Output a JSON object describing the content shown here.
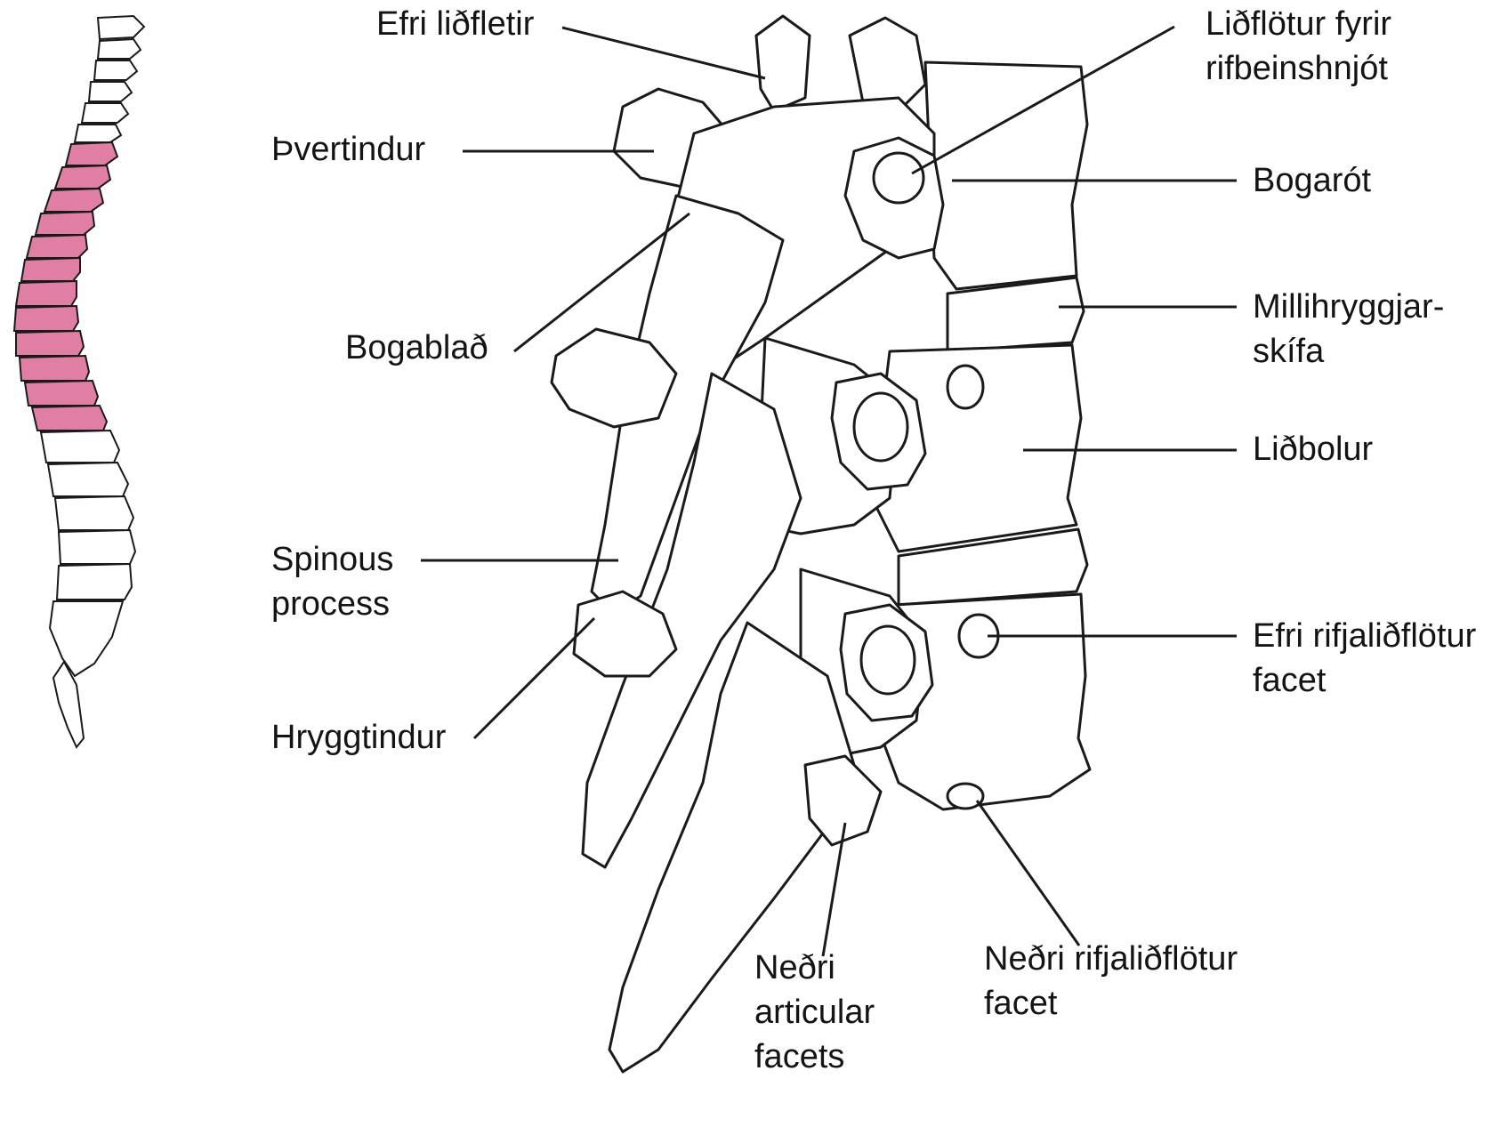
{
  "diagram": {
    "labels": {
      "efri_lidfletir": "Efri liðfletir",
      "thvertindur": "Þvertindur",
      "bogablad": "Bogablað",
      "spinous_line1": "Spinous",
      "spinous_line2": "process",
      "hryggtindur": "Hryggtindur",
      "lidflotur_line1": "Liðflötur fyrir",
      "lidflotur_line2": "rifbeinshnjót",
      "bogarot": "Bogarót",
      "millihryggjar_line1": "Millihryggjar-",
      "millihryggjar_line2": "skífa",
      "lidbolur": "Liðbolur",
      "efri_rifja_line1": "Efri rifjaliðflötur",
      "efri_rifja_line2": "facet",
      "nedri_art_line1": "Neðri",
      "nedri_art_line2": "articular",
      "nedri_art_line3": "facets",
      "nedri_rifja_line1": "Neðri rifjaliðflötur",
      "nedri_rifja_line2": "facet"
    },
    "colors": {
      "outline": "#1a1a1a",
      "bone_fill": "#ffffff",
      "thoracic_highlight": "#e07fa3"
    }
  }
}
